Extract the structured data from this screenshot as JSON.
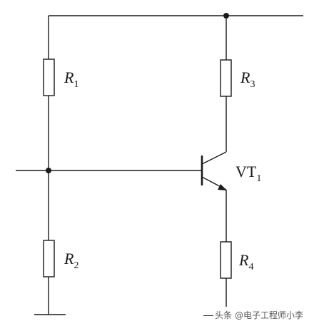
{
  "diagram": {
    "components": {
      "r1": {
        "letter": "R",
        "sub": "1"
      },
      "r2": {
        "letter": "R",
        "sub": "2"
      },
      "r3": {
        "letter": "R",
        "sub": "3"
      },
      "r4": {
        "letter": "R",
        "sub": "4"
      },
      "vt1": {
        "letter": "VT",
        "sub": "1"
      }
    }
  },
  "watermark": {
    "text": "头条 @电子工程师小李"
  }
}
